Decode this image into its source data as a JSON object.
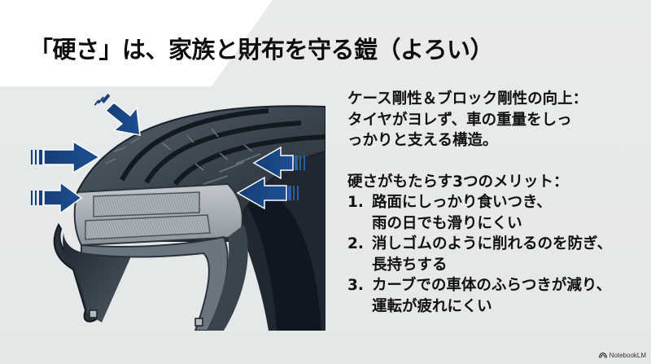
{
  "slide": {
    "title": "「硬さ」は、家族と財布を守る鎧（よろい）",
    "colors": {
      "background": "#e6e9ea",
      "header_white": "#ffffff",
      "text": "#111111",
      "arrow_blue": "#163e78",
      "tire_dark": "#2b3540"
    },
    "illustration": {
      "subject": "tire-cross-section",
      "arrows_count": 5,
      "arrow_directions": [
        "down-right",
        "right",
        "right",
        "left",
        "left"
      ]
    },
    "intro": {
      "lines": [
        "ケース剛性＆ブロック剛性の向上：",
        "タイヤがヨレず、車の重量をしっ",
        "っかりと支える構造。"
      ]
    },
    "benefits": {
      "heading": "硬さがもたらす3つのメリット：",
      "items": [
        {
          "num": "1.",
          "lines": [
            "路面にしっかり食いつき、",
            "雨の日でも滑りにくい"
          ]
        },
        {
          "num": "2.",
          "lines": [
            "消しゴムのように削れるのを防ぎ、",
            "長持ちする"
          ]
        },
        {
          "num": "3.",
          "lines": [
            "カーブでの車体のふらつきが減り、",
            "運転が疲れにくい"
          ]
        }
      ]
    },
    "badge": {
      "label": "NotebookLM",
      "icon": "notebooklm-logo-icon"
    }
  }
}
